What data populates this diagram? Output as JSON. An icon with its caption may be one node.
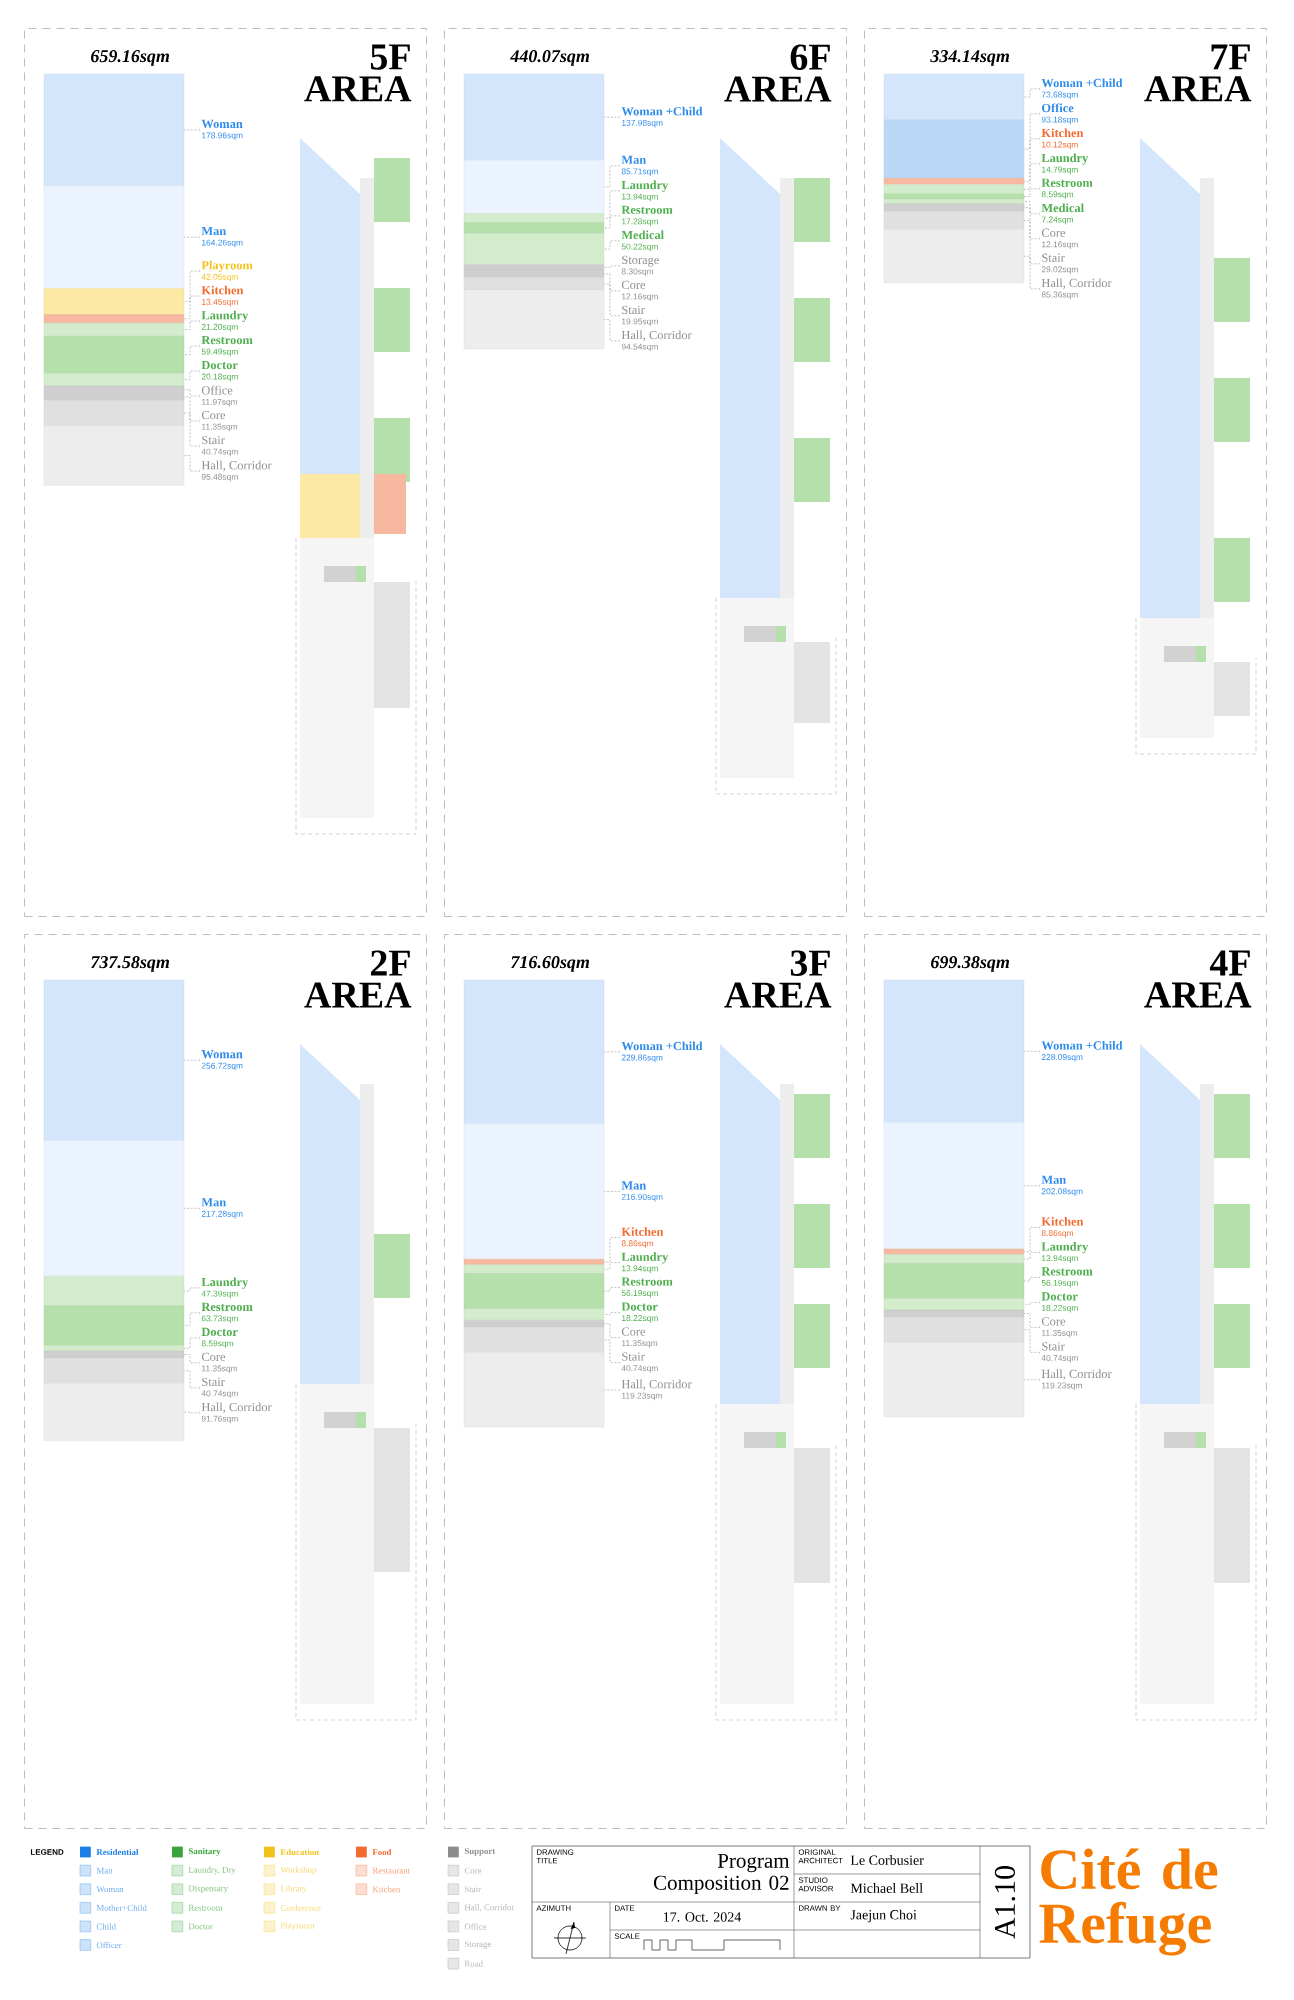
{
  "diagram": {
    "title": "Cité de Refuge",
    "nodes": [
      {
        "text": [
          "659.16sqm",
          "5F AREA"
        ]
      },
      {
        "text": [],
        "shape": "bar",
        "in": 0
      },
      {
        "text": [
          "Woman",
          "178.96sqm"
        ],
        "in": 0
      },
      {
        "text": [],
        "shape": "bar",
        "in": 0
      },
      {
        "text": [
          "Man",
          "164.26sqm"
        ],
        "in": 0
      },
      {
        "text": [],
        "shape": "bar",
        "in": 0
      },
      {
        "text": [
          "Playroom",
          "42.05sqm"
        ],
        "in": 0
      },
      {
        "text": [],
        "shape": "bar",
        "in": 0
      },
      {
        "text": [
          "Kitchen",
          "13.45sqm"
        ],
        "in": 0
      },
      {
        "text": [],
        "shape": "bar",
        "in": 0
      },
      {
        "text": [
          "Laundry",
          "21.20sqm"
        ],
        "in": 0
      },
      {
        "text": [],
        "shape": "bar",
        "in": 0
      },
      {
        "text": [
          "Restroom",
          "59.49sqm"
        ],
        "in": 0
      },
      {
        "text": [],
        "shape": "bar",
        "in": 0
      },
      {
        "text": [
          "Doctor",
          "20.18sqm"
        ],
        "in": 0
      },
      {
        "text": [],
        "shape": "bar",
        "in": 0
      },
      {
        "text": [
          "Office",
          "11.97sqm"
        ],
        "in": 0
      },
      {
        "text": [],
        "shape": "bar",
        "in": 0
      },
      {
        "text": [
          "Core",
          "11.35sqm"
        ],
        "in": 0
      },
      {
        "text": [],
        "shape": "bar",
        "in": 0
      },
      {
        "text": [
          "Stair",
          "40.74sqm"
        ],
        "in": 0
      },
      {
        "text": [],
        "shape": "bar",
        "in": 0
      },
      {
        "text": [
          "Hall, Corridor",
          "95.48sqm"
        ],
        "in": 0
      },
      {
        "text": [
          "440.07sqm",
          "6F AREA"
        ]
      },
      {
        "text": [],
        "shape": "bar",
        "in": 23
      },
      {
        "text": [
          "Woman +Child",
          "137.98sqm"
        ],
        "in": 23
      },
      {
        "text": [],
        "shape": "bar",
        "in": 23
      },
      {
        "text": [
          "Man",
          "85.71sqm"
        ],
        "in": 23
      },
      {
        "text": [],
        "shape": "bar",
        "in": 23
      },
      {
        "text": [
          "Laundry",
          "13.94sqm"
        ],
        "in": 23
      },
      {
        "text": [],
        "shape": "bar",
        "in": 23
      },
      {
        "text": [
          "Restroom",
          "17.28sqm"
        ],
        "in": 23
      },
      {
        "text": [],
        "shape": "bar",
        "in": 23
      },
      {
        "text": [
          "Medical",
          "50.22sqm"
        ],
        "in": 23
      },
      {
        "text": [],
        "shape": "bar",
        "in": 23
      },
      {
        "text": [
          "Storage",
          "8.30sqm"
        ],
        "in": 23
      },
      {
        "text": [],
        "shape": "bar",
        "in": 23
      },
      {
        "text": [
          "Core",
          "12.16sqm"
        ],
        "in": 23
      },
      {
        "text": [],
        "shape": "bar",
        "in": 23
      },
      {
        "text": [
          "Stair",
          "19.95sqm"
        ],
        "in": 23
      },
      {
        "text": [],
        "shape": "bar",
        "in": 23
      },
      {
        "text": [
          "Hall, Corridor",
          "94.54sqm"
        ],
        "in": 23
      },
      {
        "text": [
          "334.14sqm",
          "7F AREA"
        ]
      },
      {
        "text": [],
        "shape": "bar",
        "in": 42
      },
      {
        "text": [
          "Woman +Child",
          "73.68sqm"
        ],
        "in": 42
      },
      {
        "text": [],
        "shape": "bar",
        "in": 42
      },
      {
        "text": [
          "Office",
          "93.18sqm"
        ],
        "in": 42
      },
      {
        "text": [],
        "shape": "bar",
        "in": 42
      },
      {
        "text": [
          "Kitchen",
          "10.12sqm"
        ],
        "in": 42
      },
      {
        "text": [],
        "shape": "bar",
        "in": 42
      },
      {
        "text": [
          "Laundry",
          "14.79sqm"
        ],
        "in": 42
      },
      {
        "text": [],
        "shape": "bar",
        "in": 42
      },
      {
        "text": [
          "Restroom",
          "8.59sqm"
        ],
        "in": 42
      },
      {
        "text": [],
        "shape": "bar",
        "in": 42
      },
      {
        "text": [
          "Medical",
          "7.24sqm"
        ],
        "in": 42
      },
      {
        "text": [],
        "shape": "bar",
        "in": 42
      },
      {
        "text": [
          "Core",
          "12.16sqm"
        ],
        "in": 42
      },
      {
        "text": [],
        "shape": "bar",
        "in": 42
      },
      {
        "text": [
          "Stair",
          "29.02sqm"
        ],
        "in": 42
      },
      {
        "text": [],
        "shape": "bar",
        "in": 42
      },
      {
        "text": [
          "Hall, Corridor",
          "85.36sqm"
        ],
        "in": 42
      },
      {
        "text": [
          "737.58sqm",
          "2F AREA"
        ]
      },
      {
        "text": [],
        "shape": "bar",
        "in": 61
      },
      {
        "text": [
          "Woman",
          "256.72sqm"
        ],
        "in": 61
      },
      {
        "text": [],
        "shape": "bar",
        "in": 61
      },
      {
        "text": [
          "Man",
          "217.28sqm"
        ],
        "in": 61
      },
      {
        "text": [],
        "shape": "bar",
        "in": 61
      },
      {
        "text": [
          "Laundry",
          "47.39sqm"
        ],
        "in": 61
      },
      {
        "text": [],
        "shape": "bar",
        "in": 61
      },
      {
        "text": [
          "Restroom",
          "63.73sqm"
        ],
        "in": 61
      },
      {
        "text": [],
        "shape": "bar",
        "in": 61
      },
      {
        "text": [
          "Doctor",
          "8.59sqm"
        ],
        "in": 61
      },
      {
        "text": [],
        "shape": "bar",
        "in": 61
      },
      {
        "text": [
          "Core",
          "11.35sqm"
        ],
        "in": 61
      },
      {
        "text": [],
        "shape": "bar",
        "in": 61
      },
      {
        "text": [
          "Stair",
          "40.74sqm"
        ],
        "in": 61
      },
      {
        "text": [],
        "shape": "bar",
        "in": 61
      },
      {
        "text": [
          "Hall, Corridor",
          "91.76sqm"
        ],
        "in": 61
      },
      {
        "text": [
          "716.60sqm",
          "3F AREA"
        ]
      },
      {
        "text": [],
        "shape": "bar",
        "in": 78
      },
      {
        "text": [
          "Woman +Child",
          "229.86sqm"
        ],
        "in": 78
      },
      {
        "text": [],
        "shape": "bar",
        "in": 78
      },
      {
        "text": [
          "Man",
          "216.90sqm"
        ],
        "in": 78
      },
      {
        "text": [],
        "shape": "bar",
        "in": 78
      },
      {
        "text": [
          "Kitchen",
          "8.86sqm"
        ],
        "in": 78
      },
      {
        "text": [],
        "shape": "bar",
        "in": 78
      },
      {
        "text": [
          "Laundry",
          "13.94sqm"
        ],
        "in": 78
      },
      {
        "text": [],
        "shape": "bar",
        "in": 78
      },
      {
        "text": [
          "Restroom",
          "56.19sqm"
        ],
        "in": 78
      },
      {
        "text": [],
        "shape": "bar",
        "in": 78
      },
      {
        "text": [
          "Doctor",
          "18.22sqm"
        ],
        "in": 78
      },
      {
        "text": [],
        "shape": "bar",
        "in": 78
      },
      {
        "text": [
          "Core",
          "11.35sqm"
        ],
        "in": 78
      },
      {
        "text": [],
        "shape": "bar",
        "in": 78
      },
      {
        "text": [
          "Stair",
          "40.74sqm"
        ],
        "in": 78
      },
      {
        "text": [],
        "shape": "bar",
        "in": 78
      },
      {
        "text": [
          "Hall, Corridor",
          "119.23sqm"
        ],
        "in": 78
      },
      {
        "text": [
          "699.38sqm",
          "4F AREA"
        ]
      },
      {
        "text": [],
        "shape": "bar",
        "in": 97
      },
      {
        "text": [
          "Woman +Child",
          "228.09sqm"
        ],
        "in": 97
      },
      {
        "text": [],
        "shape": "bar",
        "in": 97
      },
      {
        "text": [
          "Man",
          "202.08sqm"
        ],
        "in": 97
      },
      {
        "text": [],
        "shape": "bar",
        "in": 97
      },
      {
        "text": [
          "Kitchen",
          "8.86sqm"
        ],
        "in": 97
      },
      {
        "text": [],
        "shape": "bar",
        "in": 97
      },
      {
        "text": [
          "Laundry",
          "13.94sqm"
        ],
        "in": 97
      },
      {
        "text": [],
        "shape": "bar",
        "in": 97
      },
      {
        "text": [
          "Restroom",
          "56.19sqm"
        ],
        "in": 97
      },
      {
        "text": [],
        "shape": "bar",
        "in": 97
      },
      {
        "text": [
          "Doctor",
          "18.22sqm"
        ],
        "in": 97
      },
      {
        "text": [],
        "shape": "bar",
        "in": 97
      },
      {
        "text": [
          "Core",
          "11.35sqm"
        ],
        "in": 97
      },
      {
        "text": [],
        "shape": "bar",
        "in": 97
      },
      {
        "text": [
          "Stair",
          "40.74sqm"
        ],
        "in": 97
      },
      {
        "text": [],
        "shape": "bar",
        "in": 97
      },
      {
        "text": [
          "Hall, Corridor",
          "119.23sqm"
        ],
        "in": 97
      }
    ],
    "edges": [
      {
        "from": 2,
        "to": 1,
        "arrow": "none"
      },
      {
        "from": 4,
        "to": 3,
        "arrow": "none"
      },
      {
        "from": 6,
        "to": 5,
        "arrow": "none"
      },
      {
        "from": 8,
        "to": 7,
        "arrow": "none"
      },
      {
        "from": 10,
        "to": 9,
        "arrow": "none"
      },
      {
        "from": 12,
        "to": 11,
        "arrow": "none"
      },
      {
        "from": 14,
        "to": 13,
        "arrow": "none"
      },
      {
        "from": 16,
        "to": 15,
        "arrow": "none"
      },
      {
        "from": 18,
        "to": 17,
        "arrow": "none"
      },
      {
        "from": 20,
        "to": 19,
        "arrow": "none"
      },
      {
        "from": 22,
        "to": 21,
        "arrow": "none"
      },
      {
        "from": 25,
        "to": 24,
        "arrow": "none"
      },
      {
        "from": 27,
        "to": 26,
        "arrow": "none"
      },
      {
        "from": 29,
        "to": 28,
        "arrow": "none"
      },
      {
        "from": 31,
        "to": 30,
        "arrow": "none"
      },
      {
        "from": 33,
        "to": 32,
        "arrow": "none"
      },
      {
        "from": 35,
        "to": 34,
        "arrow": "none"
      },
      {
        "from": 37,
        "to": 36,
        "arrow": "none"
      },
      {
        "from": 39,
        "to": 38,
        "arrow": "none"
      },
      {
        "from": 41,
        "to": 40,
        "arrow": "none"
      },
      {
        "from": 44,
        "to": 43,
        "arrow": "none"
      },
      {
        "from": 46,
        "to": 45,
        "arrow": "none"
      },
      {
        "from": 48,
        "to": 47,
        "arrow": "none"
      },
      {
        "from": 50,
        "to": 49,
        "arrow": "none"
      },
      {
        "from": 52,
        "to": 51,
        "arrow": "none"
      },
      {
        "from": 54,
        "to": 53,
        "arrow": "none"
      },
      {
        "from": 56,
        "to": 55,
        "arrow": "none"
      },
      {
        "from": 58,
        "to": 57,
        "arrow": "none"
      },
      {
        "from": 60,
        "to": 59,
        "arrow": "none"
      },
      {
        "from": 63,
        "to": 62,
        "arrow": "none"
      },
      {
        "from": 65,
        "to": 64,
        "arrow": "none"
      },
      {
        "from": 67,
        "to": 66,
        "arrow": "none"
      },
      {
        "from": 69,
        "to": 68,
        "arrow": "none"
      },
      {
        "from": 71,
        "to": 70,
        "arrow": "none"
      },
      {
        "from": 73,
        "to": 72,
        "arrow": "none"
      },
      {
        "from": 75,
        "to": 74,
        "arrow": "none"
      },
      {
        "from": 77,
        "to": 76,
        "arrow": "none"
      },
      {
        "from": 80,
        "to": 79,
        "arrow": "none"
      },
      {
        "from": 82,
        "to": 81,
        "arrow": "none"
      },
      {
        "from": 84,
        "to": 83,
        "arrow": "none"
      },
      {
        "from": 86,
        "to": 85,
        "arrow": "none"
      },
      {
        "from": 88,
        "to": 87,
        "arrow": "none"
      },
      {
        "from": 90,
        "to": 89,
        "arrow": "none"
      },
      {
        "from": 92,
        "to": 91,
        "arrow": "none"
      },
      {
        "from": 94,
        "to": 93,
        "arrow": "none"
      },
      {
        "from": 96,
        "to": 95,
        "arrow": "none"
      },
      {
        "from": 99,
        "to": 98,
        "arrow": "none"
      },
      {
        "from": 101,
        "to": 100,
        "arrow": "none"
      },
      {
        "from": 103,
        "to": 102,
        "arrow": "none"
      },
      {
        "from": 105,
        "to": 104,
        "arrow": "none"
      },
      {
        "from": 107,
        "to": 106,
        "arrow": "none"
      },
      {
        "from": 109,
        "to": 108,
        "arrow": "none"
      },
      {
        "from": 111,
        "to": 110,
        "arrow": "none"
      },
      {
        "from": 113,
        "to": 112,
        "arrow": "none"
      },
      {
        "from": 115,
        "to": 114,
        "arrow": "none"
      }
    ],
    "labels": [
      "LEGEND",
      "DRAWING TITLE",
      "Program Composition 02",
      "ORIGINAL ARCHITECT",
      "Le Corbusier",
      "STUDIO ADVISOR",
      "Michael Bell",
      "AZIMUTH",
      "DATE",
      "17. Oct. 2024",
      "DRAWN BY",
      "Jaejun Choi",
      "SCALE",
      "A1.10"
    ],
    "legend": [
      {
        "text": "Residential",
        "color": "#1a7fe6"
      },
      {
        "text": "Man"
      },
      {
        "text": "Woman"
      },
      {
        "text": "Mother+Child"
      },
      {
        "text": "Child"
      },
      {
        "text": "Officer"
      },
      {
        "text": "Sanitary",
        "color": "#3aa33a"
      },
      {
        "text": "Laundry, Dry"
      },
      {
        "text": "Dispensary"
      },
      {
        "text": "Restroom"
      },
      {
        "text": "Doctor"
      },
      {
        "text": "Education",
        "color": "#f2c21b"
      },
      {
        "text": "Workshop"
      },
      {
        "text": "Library"
      },
      {
        "text": "Conference"
      },
      {
        "text": "Playroom"
      },
      {
        "text": "Food",
        "color": "#f26a2e"
      },
      {
        "text": "Restaurant"
      },
      {
        "text": "Kitchen"
      },
      {
        "text": "Support",
        "color": "#8c8c8c"
      },
      {
        "text": "Core"
      },
      {
        "text": "Stair"
      },
      {
        "text": "Hall, Corridor"
      },
      {
        "text": "Office"
      },
      {
        "text": "Storage"
      },
      {
        "text": "Road"
      }
    ]
  }
}
